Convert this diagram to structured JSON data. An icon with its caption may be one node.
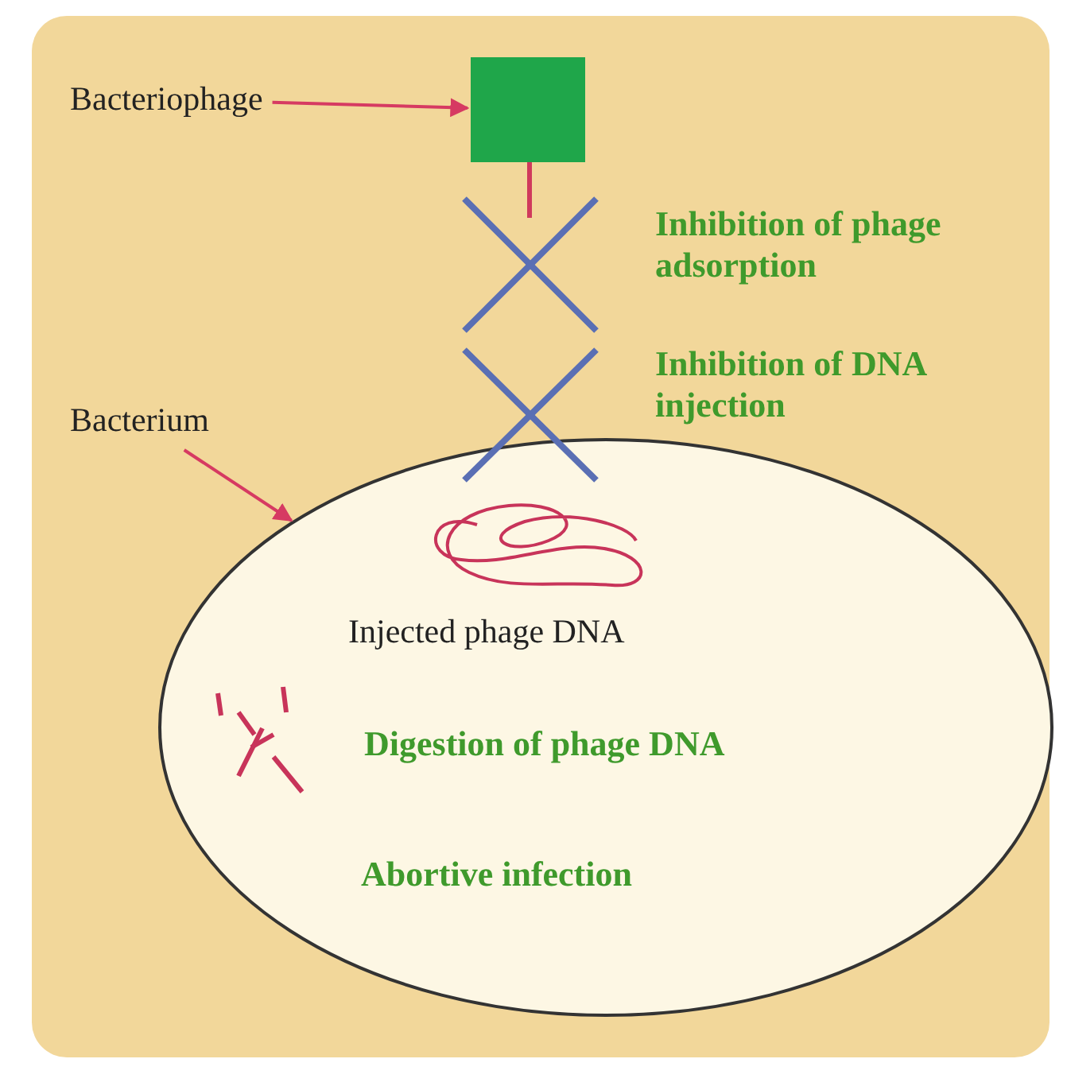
{
  "diagram": {
    "nodes": [
      {
        "text": [
          "Bacteriophage"
        ]
      },
      {
        "text": [],
        "shape": "box"
      },
      {
        "text": [
          "Bacterium"
        ]
      },
      {
        "text": [
          "Injected phage DNA",
          "Digestion of phage DNA",
          "Abortive infection"
        ]
      }
    ],
    "edges": [
      {
        "from": 0,
        "to": 1,
        "arrow": "to"
      },
      {
        "from": 2,
        "to": 3,
        "arrow": "to"
      }
    ],
    "labels": [
      "Inhibition of phage adsorption",
      "Inhibition of DNA injection"
    ]
  }
}
